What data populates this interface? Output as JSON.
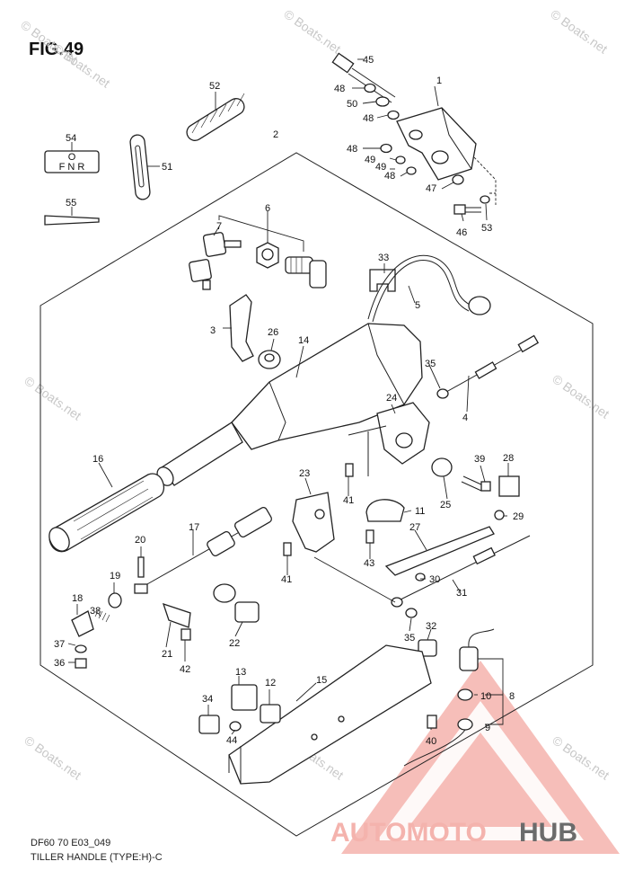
{
  "figure": {
    "title": "FIG.49",
    "code": "DF60 70 E03_049",
    "caption": "TILLER HANDLE (TYPE:H)-C"
  },
  "watermark": {
    "site": "© Boats.net",
    "brand_a": "AUTOMOTO",
    "brand_b": "HUB",
    "colors": {
      "red": "#e53935",
      "gray": "#6b6b6b",
      "light_red": "#f4b3ad"
    }
  },
  "label_plate": {
    "top": "O",
    "bottom": "F N R"
  },
  "callouts": {
    "c1": "1",
    "c2": "2",
    "c3": "3",
    "c4": "4",
    "c5": "5",
    "c6": "6",
    "c7": "7",
    "c8": "8",
    "c9": "9",
    "c10": "10",
    "c11": "11",
    "c12": "12",
    "c13": "13",
    "c14": "14",
    "c15": "15",
    "c16": "16",
    "c17": "17",
    "c18": "18",
    "c19": "19",
    "c20": "20",
    "c21": "21",
    "c22": "22",
    "c23": "23",
    "c24": "24",
    "c25": "25",
    "c26": "26",
    "c27": "27",
    "c28": "28",
    "c29": "29",
    "c30": "30",
    "c31": "31",
    "c32": "32",
    "c33": "33",
    "c34": "34",
    "c35a": "35",
    "c35b": "35",
    "c36": "36",
    "c37": "37",
    "c38": "38",
    "c39": "39",
    "c40": "40",
    "c41a": "41",
    "c41b": "41",
    "c42": "42",
    "c43": "43",
    "c44": "44",
    "c45": "45",
    "c46": "46",
    "c47": "47",
    "c48a": "48",
    "c48b": "48",
    "c48c": "48",
    "c48d": "48",
    "c49a": "49",
    "c49b": "49",
    "c50": "50",
    "c51": "51",
    "c52": "52",
    "c53": "53",
    "c54": "54",
    "c55": "55"
  }
}
